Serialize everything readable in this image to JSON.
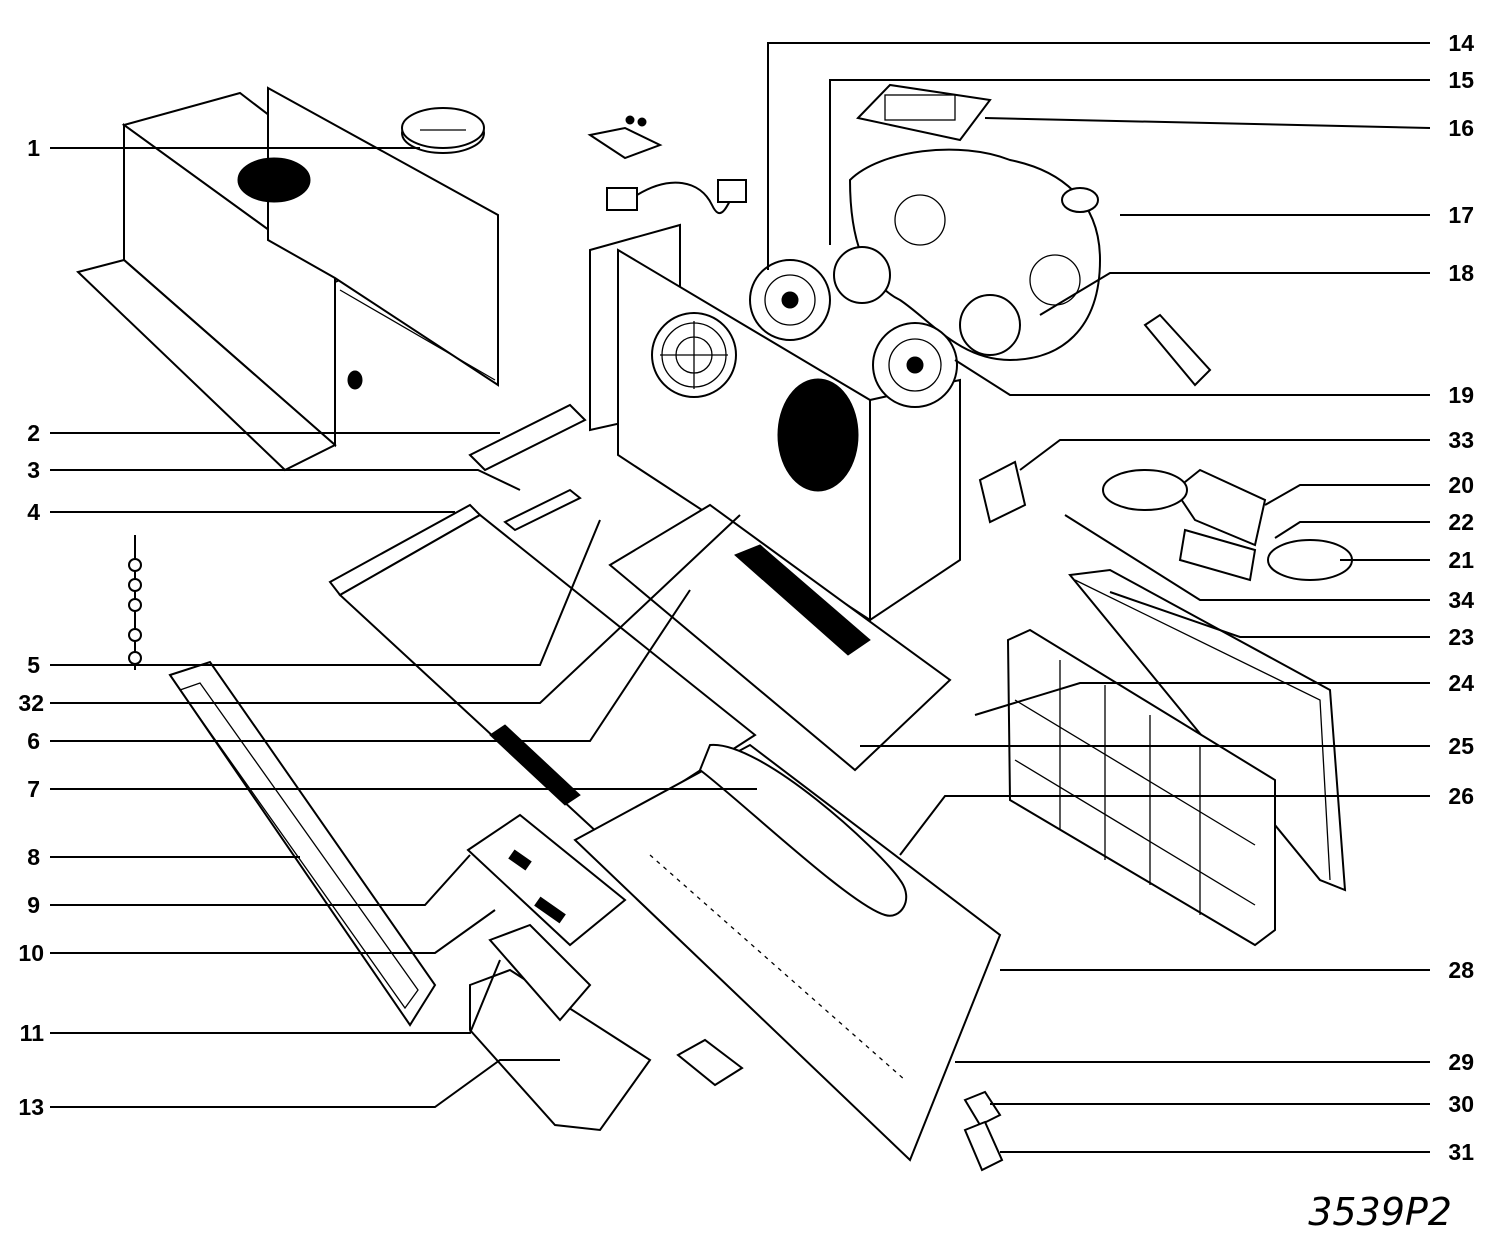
{
  "diagram": {
    "drawing_number": "3539P2",
    "callouts": [
      {
        "id": "1",
        "label": "1",
        "side": "left"
      },
      {
        "id": "2",
        "label": "2",
        "side": "left"
      },
      {
        "id": "3",
        "label": "3",
        "side": "left"
      },
      {
        "id": "4",
        "label": "4",
        "side": "left"
      },
      {
        "id": "5",
        "label": "5",
        "side": "left"
      },
      {
        "id": "32",
        "label": "32",
        "side": "left"
      },
      {
        "id": "6",
        "label": "6",
        "side": "left"
      },
      {
        "id": "7",
        "label": "7",
        "side": "left"
      },
      {
        "id": "8",
        "label": "8",
        "side": "left"
      },
      {
        "id": "9",
        "label": "9",
        "side": "left"
      },
      {
        "id": "10",
        "label": "10",
        "side": "left"
      },
      {
        "id": "11",
        "label": "11",
        "side": "left"
      },
      {
        "id": "13",
        "label": "13",
        "side": "left"
      },
      {
        "id": "14",
        "label": "14",
        "side": "right"
      },
      {
        "id": "15",
        "label": "15",
        "side": "right"
      },
      {
        "id": "16",
        "label": "16",
        "side": "right"
      },
      {
        "id": "17",
        "label": "17",
        "side": "right"
      },
      {
        "id": "18",
        "label": "18",
        "side": "right"
      },
      {
        "id": "19",
        "label": "19",
        "side": "right"
      },
      {
        "id": "33",
        "label": "33",
        "side": "right"
      },
      {
        "id": "20",
        "label": "20",
        "side": "right"
      },
      {
        "id": "22",
        "label": "22",
        "side": "right"
      },
      {
        "id": "21",
        "label": "21",
        "side": "right"
      },
      {
        "id": "34",
        "label": "34",
        "side": "right"
      },
      {
        "id": "23",
        "label": "23",
        "side": "right"
      },
      {
        "id": "24",
        "label": "24",
        "side": "right"
      },
      {
        "id": "25",
        "label": "25",
        "side": "right"
      },
      {
        "id": "26",
        "label": "26",
        "side": "right"
      },
      {
        "id": "28",
        "label": "28",
        "side": "right"
      },
      {
        "id": "29",
        "label": "29",
        "side": "right"
      },
      {
        "id": "30",
        "label": "30",
        "side": "right"
      },
      {
        "id": "31",
        "label": "31",
        "side": "right"
      }
    ]
  }
}
